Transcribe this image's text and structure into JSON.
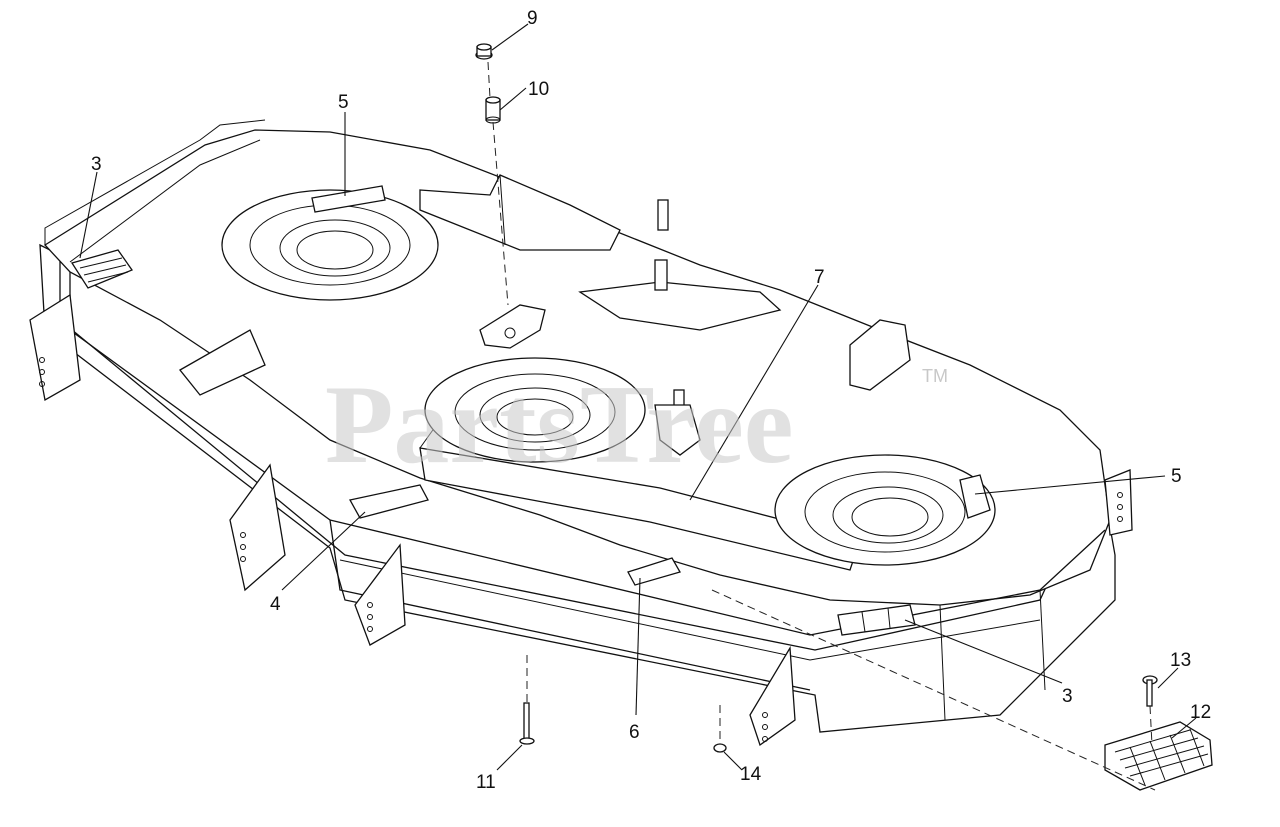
{
  "watermark": {
    "text": "PartsTree",
    "trademark": "TM"
  },
  "callouts": [
    {
      "id": "c9",
      "label": "9"
    },
    {
      "id": "c10",
      "label": "10"
    },
    {
      "id": "c5a",
      "label": "5"
    },
    {
      "id": "c3a",
      "label": "3"
    },
    {
      "id": "c7",
      "label": "7"
    },
    {
      "id": "c5b",
      "label": "5"
    },
    {
      "id": "c4",
      "label": "4"
    },
    {
      "id": "c6",
      "label": "6"
    },
    {
      "id": "c3b",
      "label": "3"
    },
    {
      "id": "c13",
      "label": "13"
    },
    {
      "id": "c12",
      "label": "12"
    },
    {
      "id": "c11",
      "label": "11"
    },
    {
      "id": "c14",
      "label": "14"
    }
  ]
}
